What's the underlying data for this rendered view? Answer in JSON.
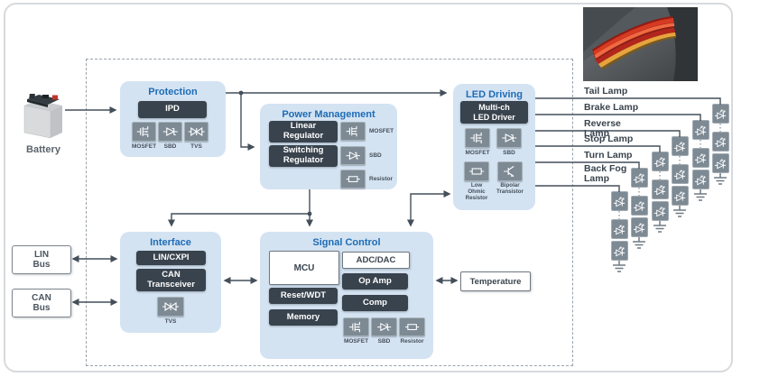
{
  "colors": {
    "accent_blue": "#1e6cb5",
    "panel_blue": "#d4e3f2",
    "dark_slate": "#39434d",
    "wire_gray": "#444f5a"
  },
  "battery": {
    "label": "Battery"
  },
  "buses": {
    "lin": "LIN\nBus",
    "can": "CAN\nBus"
  },
  "temperature": {
    "label": "Temperature"
  },
  "blocks": {
    "protection": {
      "title": "Protection",
      "device": "IPD",
      "icons": [
        "MOSFET",
        "SBD",
        "TVS"
      ]
    },
    "power_management": {
      "title": "Power Management",
      "devices": [
        "Linear\nRegulator",
        "Switching\nRegulator"
      ],
      "icons": [
        "MOSFET",
        "SBD",
        "Resistor"
      ]
    },
    "led_driving": {
      "title": "LED Driving",
      "device": "Multi-ch\nLED Driver",
      "icons": [
        "MOSFET",
        "SBD",
        "Low\nOhmic\nResistor",
        "Bipolar\nTransistor"
      ]
    },
    "interface": {
      "title": "Interface",
      "devices": [
        "LIN/CXPI",
        "CAN\nTransceiver"
      ],
      "icons": [
        "TVS"
      ]
    },
    "signal_control": {
      "title": "Signal Control",
      "white_devices": [
        "MCU",
        "ADC/DAC"
      ],
      "dark_devices": [
        "Reset/WDT",
        "Memory",
        "Op Amp",
        "Comp"
      ],
      "icons": [
        "MOSFET",
        "SBD",
        "Resistor"
      ]
    }
  },
  "lamps": [
    {
      "label": "Tail Lamp"
    },
    {
      "label": "Brake Lamp"
    },
    {
      "label": "Reverse Lamp"
    },
    {
      "label": "Stop Lamp"
    },
    {
      "label": "Turn Lamp"
    },
    {
      "label": "Back Fog\nLamp"
    }
  ]
}
